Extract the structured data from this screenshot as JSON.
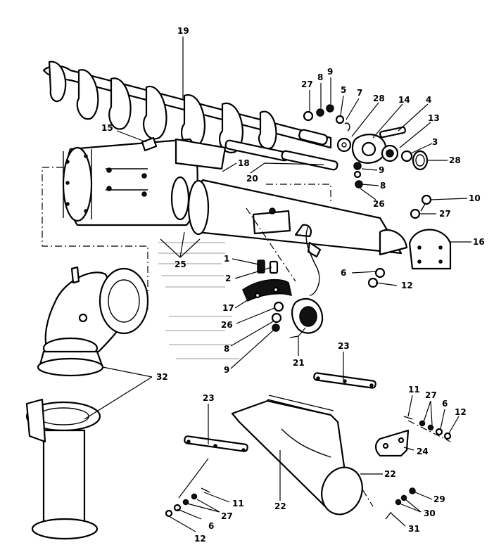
{
  "callouts": [
    {
      "id": "c19a",
      "text": "19"
    },
    {
      "id": "c27a",
      "text": "27"
    },
    {
      "id": "c8a",
      "text": "8"
    },
    {
      "id": "c9a",
      "text": "9"
    },
    {
      "id": "c5",
      "text": "5"
    },
    {
      "id": "c7",
      "text": "7"
    },
    {
      "id": "c28a",
      "text": "28"
    },
    {
      "id": "c14",
      "text": "14"
    },
    {
      "id": "c4",
      "text": "4"
    },
    {
      "id": "c13",
      "text": "13"
    },
    {
      "id": "c3",
      "text": "3"
    },
    {
      "id": "c28b",
      "text": "28"
    },
    {
      "id": "c15",
      "text": "15"
    },
    {
      "id": "c18",
      "text": "18"
    },
    {
      "id": "c20",
      "text": "20"
    },
    {
      "id": "c9b",
      "text": "9"
    },
    {
      "id": "c8b",
      "text": "8"
    },
    {
      "id": "c26a",
      "text": "26"
    },
    {
      "id": "c10",
      "text": "10"
    },
    {
      "id": "c27b",
      "text": "27"
    },
    {
      "id": "c16",
      "text": "16"
    },
    {
      "id": "c25",
      "text": "25"
    },
    {
      "id": "c1",
      "text": "1"
    },
    {
      "id": "c2",
      "text": "2"
    },
    {
      "id": "c6a",
      "text": "6"
    },
    {
      "id": "c12a",
      "text": "12"
    },
    {
      "id": "c17",
      "text": "17"
    },
    {
      "id": "c26b",
      "text": "26"
    },
    {
      "id": "c8c",
      "text": "8"
    },
    {
      "id": "c9c",
      "text": "9"
    },
    {
      "id": "c21",
      "text": "21"
    },
    {
      "id": "c23a",
      "text": "23"
    },
    {
      "id": "c32",
      "text": "32"
    },
    {
      "id": "c23b",
      "text": "23"
    },
    {
      "id": "c11a",
      "text": "11"
    },
    {
      "id": "c27c",
      "text": "27"
    },
    {
      "id": "c6b",
      "text": "6"
    },
    {
      "id": "c12b",
      "text": "12"
    },
    {
      "id": "c24",
      "text": "24"
    },
    {
      "id": "c22a",
      "text": "22"
    },
    {
      "id": "c22b",
      "text": "22"
    },
    {
      "id": "c11b",
      "text": "11"
    },
    {
      "id": "c27d",
      "text": "27"
    },
    {
      "id": "c6c",
      "text": "6"
    },
    {
      "id": "c12c",
      "text": "12"
    },
    {
      "id": "c29",
      "text": "29"
    },
    {
      "id": "c30",
      "text": "30"
    },
    {
      "id": "c31",
      "text": "31"
    }
  ]
}
